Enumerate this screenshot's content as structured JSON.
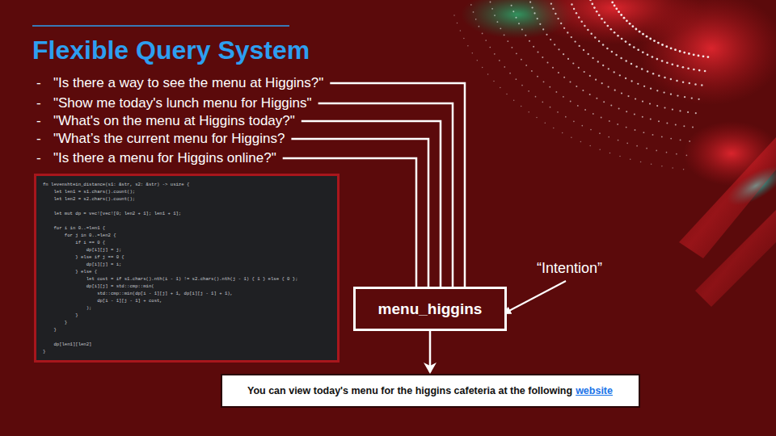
{
  "diagram": {
    "title": "Flexible Query System",
    "nodes": [
      {
        "text": [
          "\"Is there a way to see the menu at Higgins?\""
        ]
      },
      {
        "text": [
          "\"Show me today's lunch menu for Higgins\""
        ]
      },
      {
        "text": [
          "\"What's on the menu at Higgins today?\""
        ]
      },
      {
        "text": [
          "\"What’s the current menu for Higgins?"
        ]
      },
      {
        "text": [
          "\"Is there a menu for Higgins online?\""
        ]
      },
      {
        "text": [
          "fn levenshtein_distance(s1: &str, s2: &str) -> usize {",
          "    let len1 = s1.chars().count();",
          "    let len2 = s2.chars().count();",
          "    let mut dp = vec![vec![0; len2 + 1]; len1 + 1];",
          "    for i in 0..=len1 {",
          "        for j in 0..=len2 {",
          "            if i == 0 {",
          "                dp[i][j] = j;",
          "            } else if j == 0 {",
          "                dp[i][j] = i;",
          "            } else {",
          "                let cost = if s1.chars().nth(i - 1) != s2.chars().nth(j - 1) { 1 } else { 0 };",
          "                dp[i][j] = std::cmp::min(",
          "                    std::cmp::min(dp[i - 1][j] + 1, dp[i][j - 1] + 1),",
          "                    dp[i - 1][j - 1] + cost,",
          "                );",
          "            }",
          "        }",
          "    }",
          "    dp[len1][len2]",
          "}"
        ]
      },
      {
        "text": [
          "menu_higgins"
        ]
      },
      {
        "text": [
          "You can view today's menu for the higgins cafeteria at the following",
          "website"
        ]
      }
    ],
    "edges": [
      {
        "from": 0,
        "to": 6,
        "arrow": "none"
      },
      {
        "from": 1,
        "to": 6,
        "arrow": "none"
      },
      {
        "from": 2,
        "to": 6,
        "arrow": "none"
      },
      {
        "from": 3,
        "to": 6,
        "arrow": "none"
      },
      {
        "from": 4,
        "to": 6,
        "arrow": "none"
      },
      {
        "from": 6,
        "to": 7,
        "arrow": "to"
      }
    ],
    "labels": [
      "-",
      "-",
      "-",
      "-",
      "-",
      "“Intention”"
    ]
  }
}
